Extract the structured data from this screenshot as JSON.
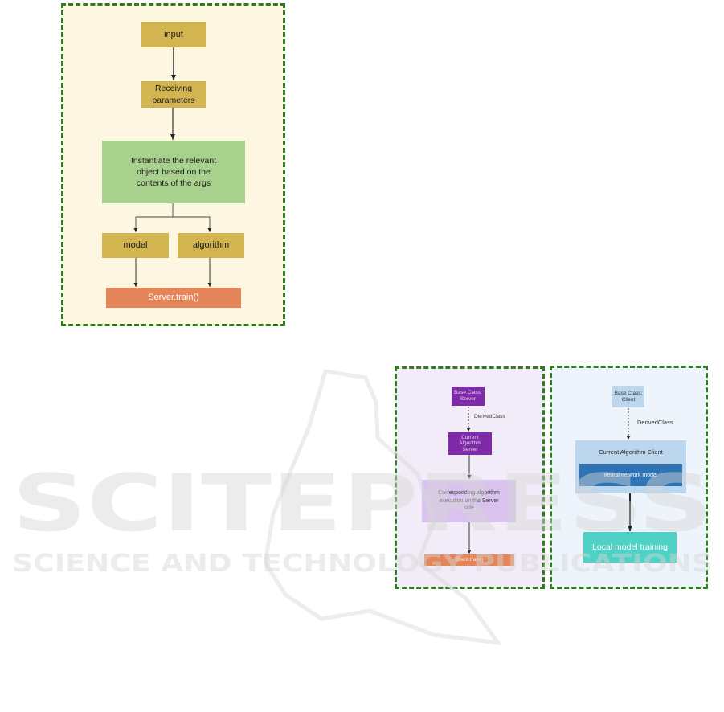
{
  "colors": {
    "panel_border": "#2e7d1f",
    "panel_left_fill": "#fdf6e0",
    "panel_server_fill": "#f2ecf8",
    "panel_client_fill": "#eef4fb",
    "node_gold": "#d2b450",
    "node_green": "#a9d18e",
    "node_orange": "#e4865a",
    "node_purple": "#7f2aa8",
    "node_lilac": "#d9c3ee",
    "node_light_blue": "#bcd6ee",
    "node_blue": "#2e74b5",
    "node_teal": "#4fd1c5",
    "watermark": "#d6d6d6"
  },
  "flow_left": {
    "input": "input",
    "receiving": "Receiving\nparameters",
    "instantiate": "Instantiate the relevant\nobject based on the\ncontents of the args",
    "model": "model",
    "algorithm": "algorithm",
    "server_train": "Server.train()"
  },
  "server_panel": {
    "base_class": "Base Class:\nServer",
    "derived_label": "DerivedClass",
    "current_server": "Current\nAlgorithm\nServer",
    "execution": "Corresponding algorithm\nexecution on the Server\nside",
    "client_train": "Client.train()"
  },
  "client_panel": {
    "base_class": "Base Class:\nClient",
    "derived_label": "DerivedClass",
    "current_client": "Current Algorithm Client",
    "neural_model": "neural network model",
    "local_training": "Local model training"
  },
  "watermark": {
    "main": "SCITEPRESS",
    "sub": "SCIENCE AND TECHNOLOGY PUBLICATIONS"
  }
}
